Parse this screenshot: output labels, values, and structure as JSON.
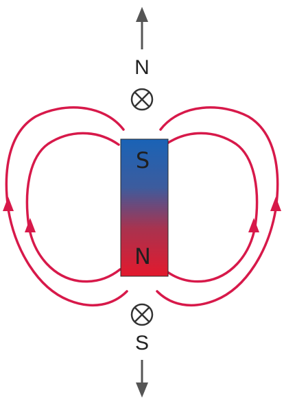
{
  "labels": {
    "top_pole": "N",
    "bottom_pole": "S",
    "magnet_top": "S",
    "magnet_bottom": "N"
  },
  "colors": {
    "field_line": "#d7194a",
    "arrow": "#555555",
    "magnet_top": "#1b63b5",
    "magnet_bottom": "#e0182d",
    "text": "#222222"
  },
  "icons": {
    "into_page_top": "circle-cross-icon",
    "into_page_bottom": "circle-cross-icon",
    "up_arrow": "arrow-up-icon",
    "down_arrow": "arrow-down-icon"
  }
}
